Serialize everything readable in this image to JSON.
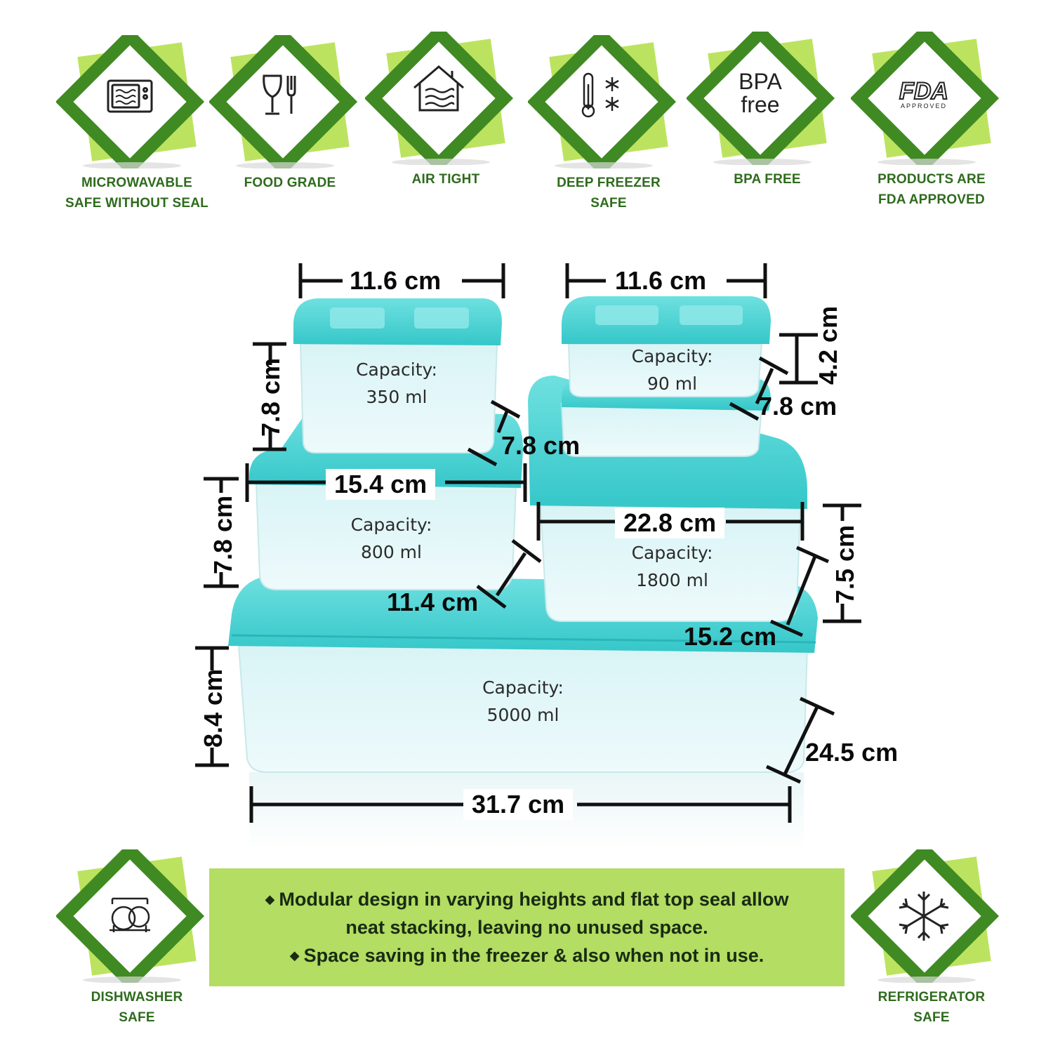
{
  "badges": [
    {
      "icon": "microwave-icon",
      "line1": "MICROWAVABLE",
      "line2": "SAFE WITHOUT SEAL"
    },
    {
      "icon": "food-grade-icon",
      "line1": "FOOD GRADE",
      "line2": ""
    },
    {
      "icon": "air-tight-house-icon",
      "line1": "AIR TIGHT",
      "line2": ""
    },
    {
      "icon": "freezer-thermometer-icon",
      "line1": "DEEP FREEZER",
      "line2": "SAFE"
    },
    {
      "icon": "bpa-free-icon",
      "line1": "BPA FREE",
      "line2": "",
      "icon_text1": "BPA",
      "icon_text2": "free"
    },
    {
      "icon": "fda-approved-icon",
      "line1": "PRODUCTS ARE",
      "line2": "FDA APPROVED",
      "icon_text1": "FDA",
      "icon_text2": "APPROVED"
    },
    {
      "icon": "dishwasher-icon",
      "line1": "DISHWASHER",
      "line2": "SAFE"
    },
    {
      "icon": "snowflake-icon",
      "line1": "REFRIGERATOR",
      "line2": "SAFE"
    }
  ],
  "containers": {
    "c350": {
      "label": "Capacity:",
      "value": "350 ml"
    },
    "c90": {
      "label": "Capacity:",
      "value": "90 ml"
    },
    "c800": {
      "label": "Capacity:",
      "value": "800 ml"
    },
    "c1800": {
      "label": "Capacity:",
      "value": "1800 ml"
    },
    "c5000": {
      "label": "Capacity:",
      "value": "5000 ml"
    }
  },
  "dimensions": {
    "w350": "11.6 cm",
    "w90": "11.6 cm",
    "h350": "7.8 cm",
    "d350": "7.8 cm",
    "h90": "4.2 cm",
    "d90": "7.8 cm",
    "w800": "15.4 cm",
    "h800": "7.8 cm",
    "d800": "11.4 cm",
    "w1800": "22.8 cm",
    "h1800": "7.5 cm",
    "d1800": "15.2 cm",
    "h5000": "8.4 cm",
    "d5000": "24.5 cm",
    "w5000": "31.7 cm"
  },
  "colors": {
    "badge_dark": "#2f6d1e",
    "badge_light": "#9cc93b",
    "lid": "#3ccfcf",
    "info_bg": "#b3dd63"
  },
  "info": {
    "bullet": "◆",
    "line1": "Modular design in varying heights and flat top seal allow",
    "line2": "neat stacking, leaving no unused space.",
    "line3": "Space saving in the freezer & also when not in use."
  }
}
